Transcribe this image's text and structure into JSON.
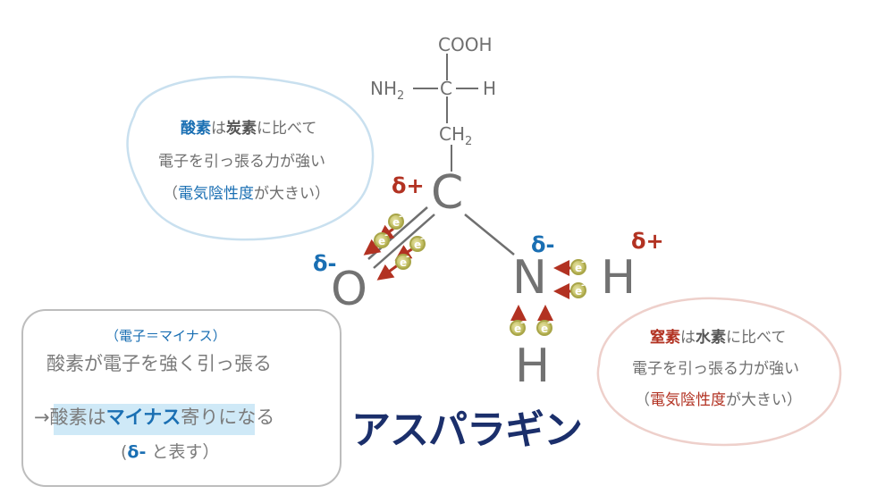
{
  "formula": {
    "cooh": "COOH",
    "nh2_main": "NH",
    "nh2_sub": "2",
    "c_alpha": "C",
    "h_alpha": "H",
    "ch2_main": "CH",
    "ch2_sub": "2"
  },
  "atoms": {
    "carbon": "C",
    "oxygen": "O",
    "nitrogen": "N",
    "hydrogen_right": "H",
    "hydrogen_bottom": "H"
  },
  "deltas": {
    "carbon": "δ+",
    "oxygen": "δ-",
    "nitrogen": "δ-",
    "hydrogen": "δ+"
  },
  "electron_label": "e",
  "left_bubble": {
    "line1_a": "酸素",
    "line1_b": "は",
    "line1_c": "炭素",
    "line1_d": "に比べて",
    "line2": "電子を引っ張る力が強い",
    "line3_open": "（",
    "line3_term": "電気陰性度",
    "line3_rest": "が大きい）"
  },
  "right_bubble": {
    "line1_a": "窒素",
    "line1_b": "は",
    "line1_c": "水素",
    "line1_d": "に比べて",
    "line2": "電子を引っ張る力が強い",
    "line3_open": "（",
    "line3_term": "電気陰性度",
    "line3_rest": "が大きい）"
  },
  "note_box": {
    "caption": "（電子＝マイナス）",
    "line1": "酸素が電子を強く引っ張る",
    "line2_a": "→酸素は",
    "line2_b": "マイナス",
    "line2_c": "寄り",
    "line2_d": "になる",
    "line3_open": "(",
    "line3_delta": "δ-",
    "line3_rest": " と表す）"
  },
  "title": "アスパラギン",
  "colors": {
    "gray": "#7b7b7b",
    "blue": "#1a6fb3",
    "red": "#b23222",
    "navy": "#1b2f6b",
    "highlight": "#cfe9f7",
    "electron": "#b9b556"
  }
}
